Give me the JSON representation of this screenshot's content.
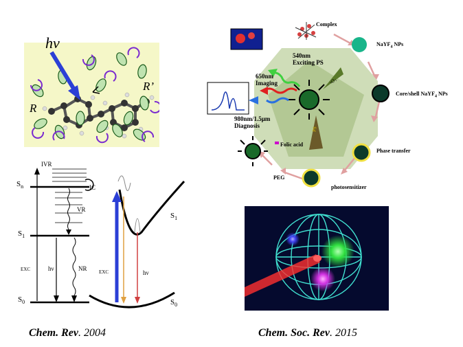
{
  "panel_molecule": {
    "hv_label": "hν",
    "r_label": "R",
    "r_prime_label": "R’"
  },
  "panel_energy": {
    "ivr": "IVR",
    "sn": "S",
    "sn_sub": "n",
    "s1": "S",
    "s1_sub": "1",
    "s0": "S",
    "s0_sub": "0",
    "ic": "IC",
    "vr": "VR",
    "exc": "EXC",
    "hv": "hν",
    "nr": "NR",
    "right_s1": "S",
    "right_s1_sub": "1",
    "right_s0": "S",
    "right_s0_sub": "0",
    "right_exc": "EXC",
    "right_hv": "hν"
  },
  "panel_cycle": {
    "complex": "Complex",
    "nayf4": "NaYF",
    "nayf4_sub": "4",
    "nayf4_tail": "  NPs",
    "coreshell": "Core/shell NaYF",
    "coreshell_sub": "4",
    "coreshell_tail": "  NPs",
    "phase_transfer": "Phase transfer",
    "photosensitizer": "photosensitizer",
    "peg": "PEG",
    "folic_acid": "Folic acid",
    "diagnosis_1": "980nm/1.5μm",
    "diagnosis_2": "Diagnosis",
    "imaging_1": "650nm",
    "imaging_2": "Imaging",
    "exciting_1": "540nm",
    "exciting_2": "Exciting  PS",
    "oxygen_label": "¹O₂",
    "ps_label": "PS"
  },
  "captions": {
    "left_journal": "Chem. Rev",
    "left_year": ". 2004",
    "right_journal": "Chem. Soc. Rev",
    "right_year": ". 2015"
  },
  "colors": {
    "molecule_bg": "#f5f7c8",
    "sphere_bg": "#050a2e",
    "green_np": "#1db34a",
    "cycle_bg": "#b7c79a",
    "arrow_pink": "#e0a0a0",
    "blue_arrow": "#2b3fd6"
  }
}
